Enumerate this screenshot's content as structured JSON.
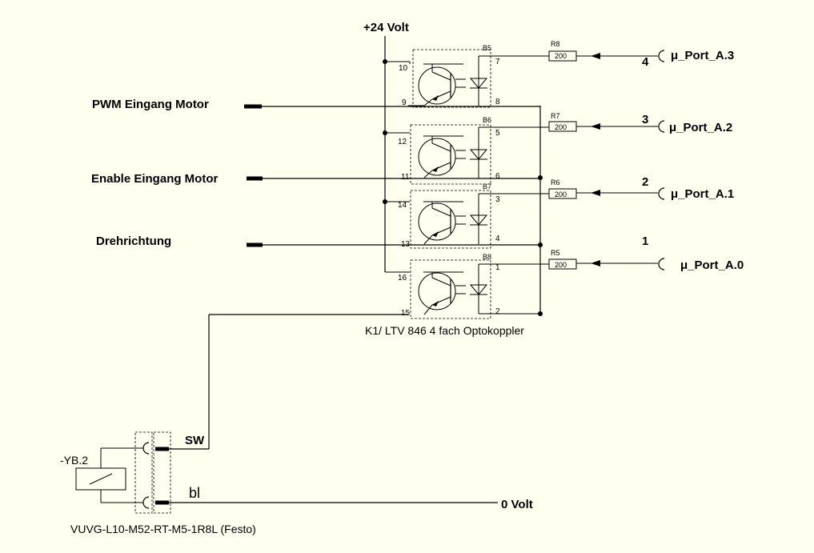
{
  "supply": {
    "plus": "+24 Volt",
    "zero": "0 Volt"
  },
  "inputs": [
    {
      "label": "PWM Eingang Motor"
    },
    {
      "label": "Enable Eingang Motor"
    },
    {
      "label": "Drehrichtung"
    }
  ],
  "ports": [
    {
      "bit": "4",
      "name": "μ_Port_A.3",
      "resistor": "R8",
      "value": "200"
    },
    {
      "bit": "3",
      "name": "μ_Port_A.2",
      "resistor": "R7",
      "value": "200"
    },
    {
      "bit": "2",
      "name": "μ_Port_A.1",
      "resistor": "R6",
      "value": "200"
    },
    {
      "bit": "1",
      "name": "μ_Port_A.0",
      "resistor": "R5",
      "value": "200"
    }
  ],
  "couplers": [
    {
      "ref": "B5",
      "pins": [
        "10",
        "9",
        "7",
        "8"
      ]
    },
    {
      "ref": "B6",
      "pins": [
        "12",
        "11",
        "5",
        "6"
      ]
    },
    {
      "ref": "B7",
      "pins": [
        "14",
        "13",
        "3",
        "4"
      ]
    },
    {
      "ref": "B8",
      "pins": [
        "16",
        "15",
        "1",
        "2"
      ]
    }
  ],
  "optocoupler_label": "K1/ LTV 846 4 fach Optokoppler",
  "valve": {
    "ref": "-YB.2",
    "wire_sw": "SW",
    "wire_bl": "bl",
    "part": "VUVG-L10-M52-RT-M5-1R8L (Festo)"
  }
}
